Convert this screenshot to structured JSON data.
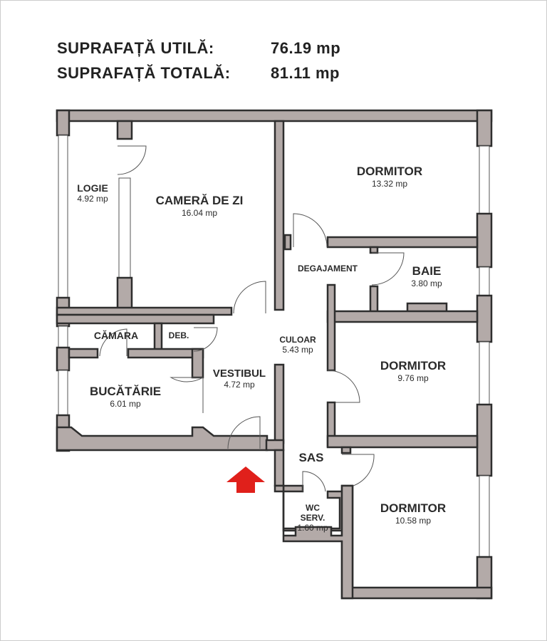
{
  "header": {
    "useful_label": "SUPRAFAȚĂ UTILĂ:",
    "useful_value": "76.19 mp",
    "total_label": "SUPRAFAȚĂ TOTALĂ:",
    "total_value": "81.11 mp"
  },
  "rooms": [
    {
      "name": "LOGIE",
      "area": "4.92 mp"
    },
    {
      "name": "CAMERĂ DE ZI",
      "area": "16.04 mp"
    },
    {
      "name": "DORMITOR",
      "area": "13.32 mp"
    },
    {
      "name": "DEGAJAMENT",
      "area": ""
    },
    {
      "name": "BAIE",
      "area": "3.80 mp"
    },
    {
      "name": "CULOAR",
      "area": "5.43 mp"
    },
    {
      "name": "CĂMARA",
      "area": ""
    },
    {
      "name": "DEB.",
      "area": ""
    },
    {
      "name": "VESTIBUL",
      "area": "4.72 mp"
    },
    {
      "name": "BUCĂTĂRIE",
      "area": "6.01 mp"
    },
    {
      "name": "DORMITOR",
      "area": "9.76 mp"
    },
    {
      "name": "SAS",
      "area": ""
    },
    {
      "name": "WC SERV.",
      "area": "1.60 mp"
    },
    {
      "name": "DORMITOR",
      "area": "10.58 mp"
    }
  ],
  "colors": {
    "wall": "#b3aaa8",
    "entrance_arrow": "#e0201b"
  }
}
